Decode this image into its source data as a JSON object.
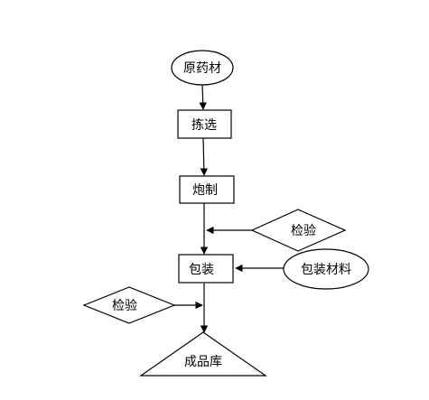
{
  "diagram": {
    "nodes": {
      "raw_material": "原药材",
      "selection": "拣选",
      "processing": "炮制",
      "inspection_right": "检验",
      "packaging": "包装",
      "packaging_material": "包装材料",
      "inspection_left": "检验",
      "finished_store": "成品库"
    },
    "edges": [
      {
        "from": "raw_material",
        "to": "selection"
      },
      {
        "from": "selection",
        "to": "processing"
      },
      {
        "from": "processing",
        "to": "packaging"
      },
      {
        "from": "inspection_right",
        "to": "processing-packaging-line"
      },
      {
        "from": "packaging_material",
        "to": "packaging"
      },
      {
        "from": "inspection_left",
        "to": "packaging-store-line"
      },
      {
        "from": "packaging",
        "to": "finished_store"
      }
    ]
  }
}
